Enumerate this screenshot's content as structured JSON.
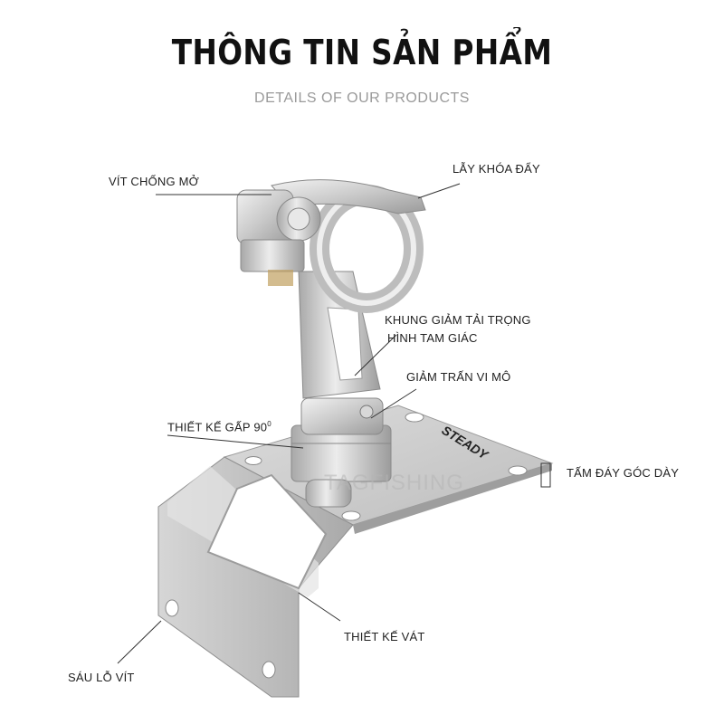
{
  "header": {
    "title": "THÔNG TIN SẢN PHẨM",
    "subtitle": "DETAILS OF OUR PRODUCTS"
  },
  "callouts": {
    "anti_open_screw": "VÍT CHỐNG MỞ",
    "push_lock_latch": "LẪY KHÓA ĐẨY",
    "triangle_frame_line1": "KHUNG GIẢM TẢI TRỌNG",
    "triangle_frame_line2": "HÌNH TAM GIÁC",
    "micro_damping": "GIẢM TRẤN VI MÔ",
    "fold_design": "THIẾT KẾ GẤP 90",
    "fold_degree_mark": "0",
    "thick_base_plate": "TẤM ĐÁY GÓC DÀY",
    "beveled_design": "THIẾT KẾ VÁT",
    "six_screw_holes": "SÁU LỖ VÍT"
  },
  "product": {
    "brand_mark": "STEADY",
    "watermark": "TAGFISHING"
  },
  "colors": {
    "metal_light": "#e6e6e6",
    "metal_mid": "#c4c4c4",
    "metal_dark": "#8e8e8e",
    "line": "#333333"
  }
}
